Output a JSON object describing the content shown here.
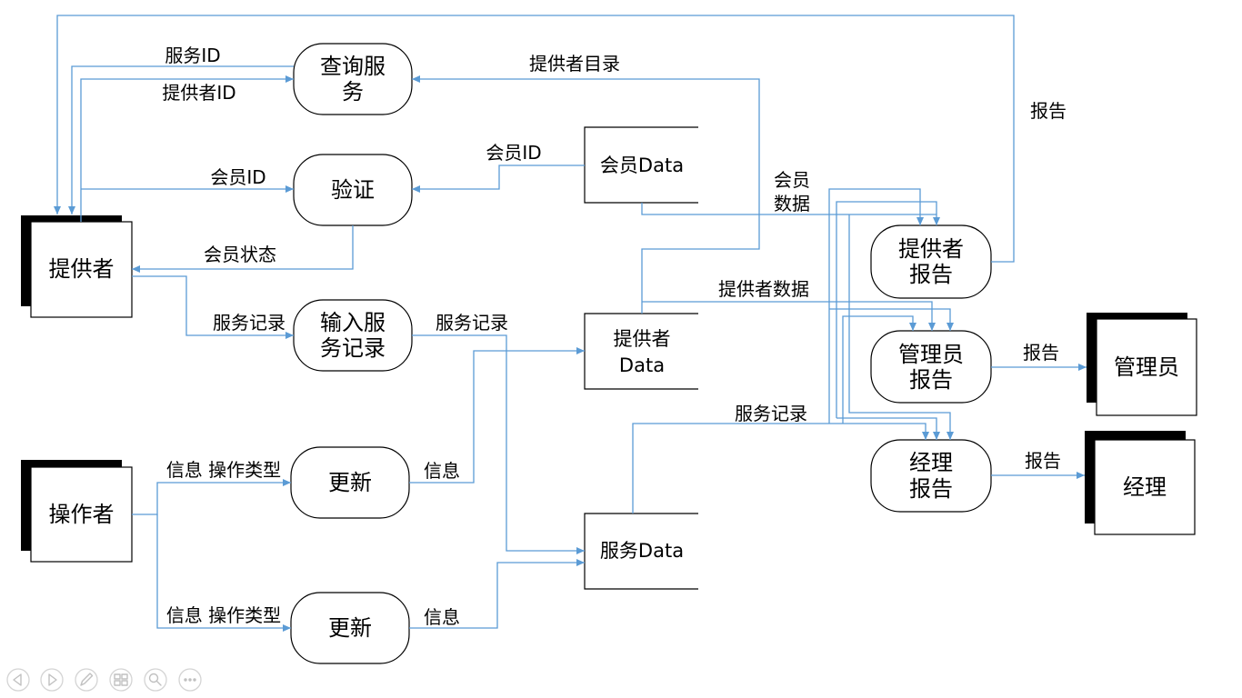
{
  "entities": {
    "provider": {
      "label": "提供者"
    },
    "operator": {
      "label": "操作者"
    },
    "administrator": {
      "label": "管理员"
    },
    "manager": {
      "label": "经理"
    }
  },
  "processes": {
    "query_service": {
      "lines": [
        "查询服",
        "务"
      ]
    },
    "verify": {
      "lines": [
        "验证"
      ]
    },
    "enter_service_record": {
      "lines": [
        "输入服",
        "务记录"
      ]
    },
    "update_top": {
      "lines": [
        "更新"
      ]
    },
    "update_bottom": {
      "lines": [
        "更新"
      ]
    },
    "provider_report": {
      "lines": [
        "提供者",
        "报告"
      ]
    },
    "administrator_report": {
      "lines": [
        "管理员",
        "报告"
      ]
    },
    "manager_report": {
      "lines": [
        "经理",
        "报告"
      ]
    }
  },
  "data_stores": {
    "member_data": {
      "lines": [
        "会员Data"
      ]
    },
    "provider_data": {
      "lines": [
        "提供者",
        "Data"
      ]
    },
    "service_data": {
      "lines": [
        "服务Data"
      ]
    }
  },
  "flows": {
    "report_to_provider": "报告",
    "service_id": "服务ID",
    "provider_id": "提供者ID",
    "provider_directory": "提供者目录",
    "member_id_from_store": "会员ID",
    "member_id_from_provider": "会员ID",
    "member_data": [
      "会员",
      "数据"
    ],
    "member_status": "会员状态",
    "provider_data": "提供者数据",
    "service_record_from_provider": "服务记录",
    "service_record_to_store": "服务记录",
    "report_to_administrator": "报告",
    "service_record_to_reports": "服务记录",
    "report_to_manager": "报告",
    "info_op_type_top": "信息 操作类型",
    "info_top": "信息",
    "info_op_type_bottom": "信息 操作类型",
    "info_bottom": "信息"
  },
  "colors": {
    "background": "#ffffff",
    "flow_line": "#5b9bd5",
    "shape_outline": "#000000",
    "entity_shadow": "#000000",
    "control_outline": "#d4d4d4",
    "control_icon": "#c0c0c0"
  },
  "slideshow_controls": {
    "icons": [
      "previous-slide-icon",
      "next-slide-icon",
      "pen-icon",
      "slides-grid-icon",
      "zoom-icon",
      "more-options-icon"
    ]
  }
}
